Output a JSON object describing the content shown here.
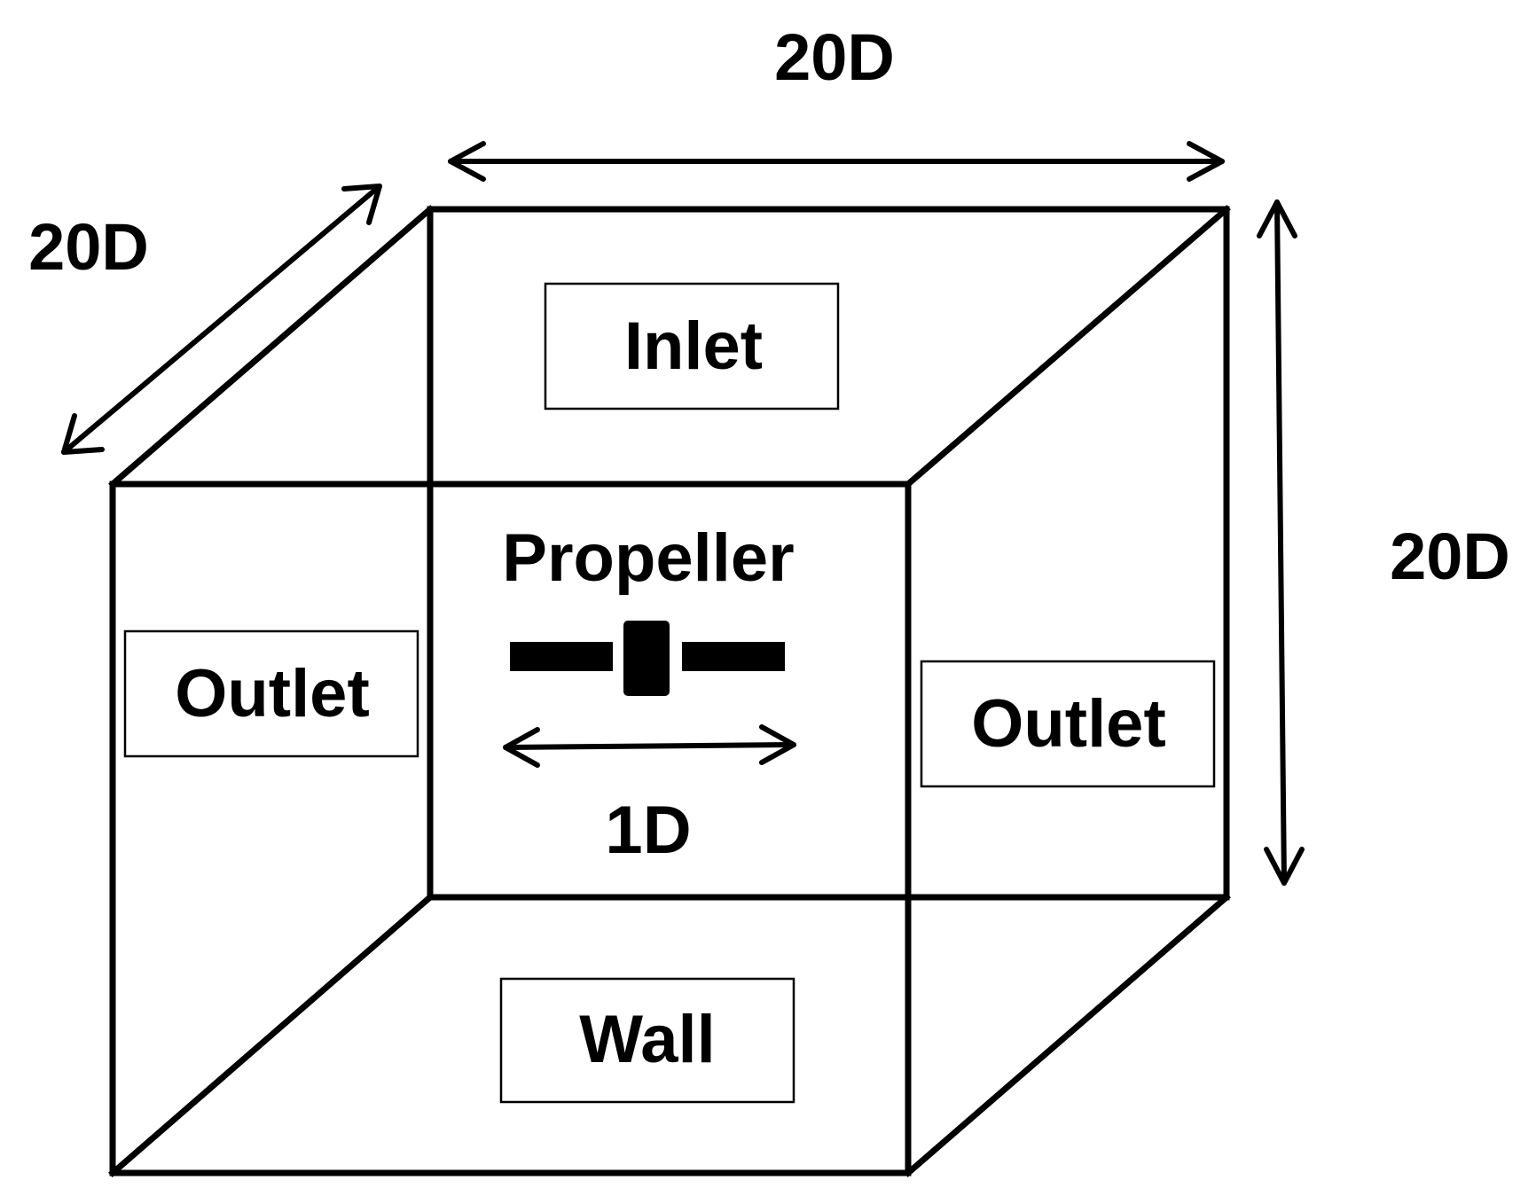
{
  "labels": {
    "top_width": "20D",
    "depth": "20D",
    "height": "20D",
    "inlet": "Inlet",
    "outlet_left": "Outlet",
    "outlet_right": "Outlet",
    "propeller": "Propeller",
    "propeller_diameter": "1D",
    "wall": "Wall"
  },
  "colors": {
    "line": "#000000",
    "background": "#ffffff"
  }
}
